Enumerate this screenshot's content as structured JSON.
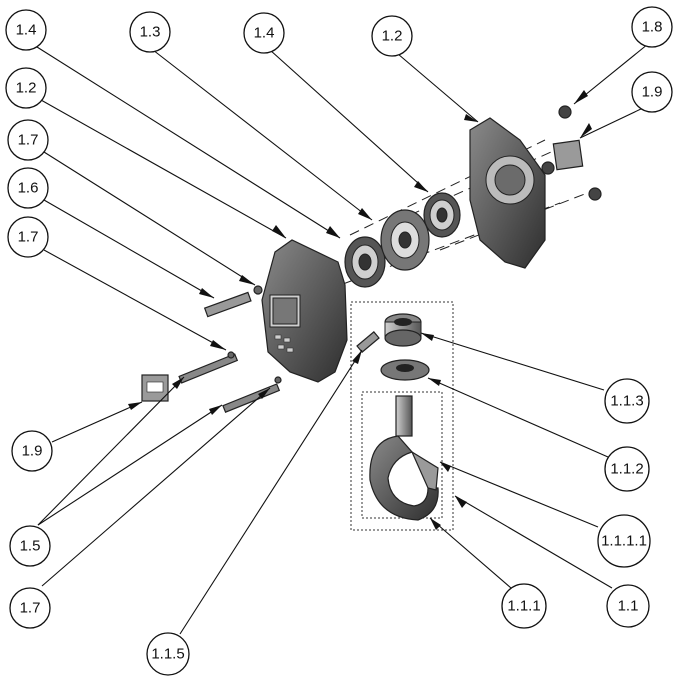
{
  "callouts": [
    {
      "id": "c-1-4-a",
      "label": "1.4"
    },
    {
      "id": "c-1-3",
      "label": "1.3"
    },
    {
      "id": "c-1-4-b",
      "label": "1.4"
    },
    {
      "id": "c-1-2-a",
      "label": "1.2"
    },
    {
      "id": "c-1-8",
      "label": "1.8"
    },
    {
      "id": "c-1-9-a",
      "label": "1.9"
    },
    {
      "id": "c-1-2-b",
      "label": "1.2"
    },
    {
      "id": "c-1-7-a",
      "label": "1.7"
    },
    {
      "id": "c-1-6",
      "label": "1.6"
    },
    {
      "id": "c-1-7-b",
      "label": "1.7"
    },
    {
      "id": "c-1-9-b",
      "label": "1.9"
    },
    {
      "id": "c-1-5",
      "label": "1.5"
    },
    {
      "id": "c-1-7-c",
      "label": "1.7"
    },
    {
      "id": "c-1-1-5",
      "label": "1.1.5"
    },
    {
      "id": "c-1-1-1",
      "label": "1.1.1"
    },
    {
      "id": "c-1-1",
      "label": "1.1"
    },
    {
      "id": "c-1-1-1-1",
      "label": "1.1.1.1"
    },
    {
      "id": "c-1-1-2",
      "label": "1.1.2"
    },
    {
      "id": "c-1-1-3",
      "label": "1.1.3"
    }
  ],
  "colors": {
    "line": "#111111",
    "part_dark": "#3a3a3a",
    "part_mid": "#6b6b6b",
    "part_light": "#b8b8b8"
  }
}
